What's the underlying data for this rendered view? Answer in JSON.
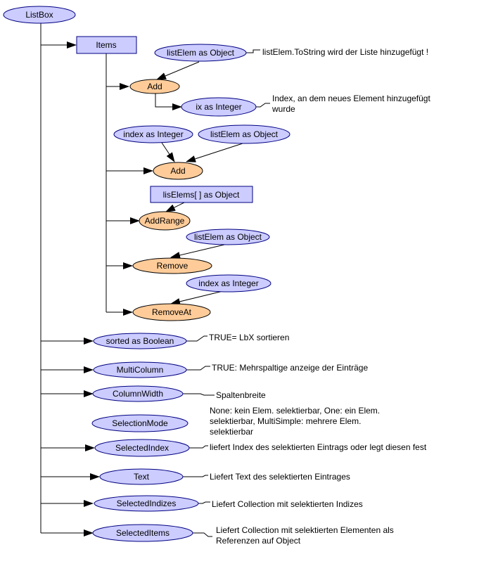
{
  "nodes": {
    "listbox": "ListBox",
    "items": "Items",
    "add1": "Add",
    "add1_param": "listElem as Object",
    "add1_return": "ix as Integer",
    "add2": "Add",
    "add2_param1": "index as Integer",
    "add2_param2": "listElem as Object",
    "addrange": "AddRange",
    "addrange_param": "lisElems[ ] as Object",
    "remove": "Remove",
    "remove_param": "listElem as Object",
    "removeat": "RemoveAt",
    "removeat_param": "index as Integer",
    "sorted": "sorted as Boolean",
    "multicolumn": "MultiColumn",
    "columnwidth": "ColumnWidth",
    "selectionmode": "SelectionMode",
    "selectedindex": "SelectedIndex",
    "text": "Text",
    "selectedindizes": "SelectedIndizes",
    "selecteditems": "SelectedItems"
  },
  "descriptions": {
    "add1_param": [
      "listElem.ToString wird der Liste hinzugefügt !"
    ],
    "add1_return": [
      "Index, an dem neues Element hinzugefügt",
      "wurde"
    ],
    "sorted": [
      "TRUE= LbX sortieren"
    ],
    "multicolumn": [
      "TRUE: Mehrspaltige anzeige der Einträge"
    ],
    "columnwidth": [
      "Spaltenbreite"
    ],
    "selectionmode": [
      "None: kein Elem. selektierbar, One: ein Elem.",
      "selektierbar, MultiSimple: mehrere Elem.",
      "selektierbar"
    ],
    "selectedindex": [
      "liefert Index des selektierten Eintrags oder legt diesen fest"
    ],
    "text": [
      "Liefert Text des selektierten Eintrages"
    ],
    "selectedindizes": [
      "Liefert Collection mit selektierten Indizes"
    ],
    "selecteditems": [
      "Liefert Collection mit selektierten Elementen als",
      "Referenzen auf Object"
    ]
  },
  "colors": {
    "param_fill": "#ccccff",
    "param_stroke": "#000080",
    "method_fill": "#ffcc99",
    "line": "#000000"
  }
}
